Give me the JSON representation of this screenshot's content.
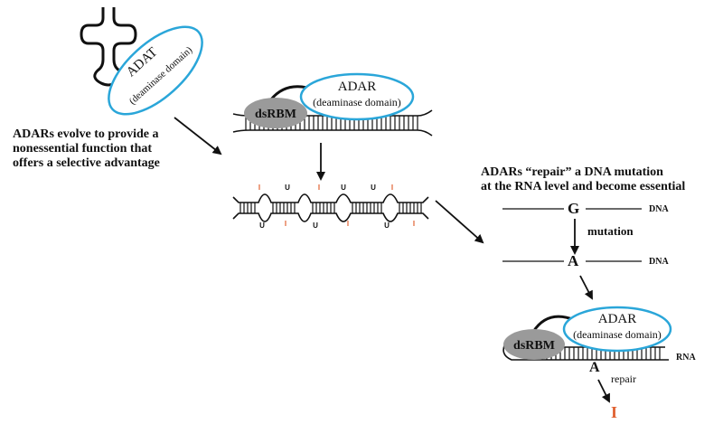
{
  "adat": {
    "name": "ADAT",
    "domain": "(deaminase domain)"
  },
  "adar_top": {
    "name": "ADAR",
    "domain": "(deaminase domain)",
    "dsrbm": "dsRBM"
  },
  "left_caption": [
    "ADARs evolve to provide a",
    "nonessential function that",
    "offers a selective advantage"
  ],
  "right_caption": [
    "ADARs “repair” a DNA mutation",
    "at the RNA level and become essential"
  ],
  "dna_g": {
    "base": "G",
    "label": "DNA"
  },
  "mutation_label": "mutation",
  "dna_a": {
    "base": "A",
    "label": "DNA"
  },
  "adar_bottom": {
    "name": "ADAR",
    "domain": "(deaminase domain)",
    "dsrbm": "dsRBM",
    "rna_label": "RNA",
    "base": "A"
  },
  "repair_label": "repair",
  "result_base": "I",
  "inosine_marks": [
    "I",
    "I",
    "I",
    "I",
    "I",
    "I"
  ],
  "uridine_marks": [
    "U",
    "U",
    "U",
    "U",
    "U",
    "U"
  ],
  "colors": {
    "ellipse": "#2aa6d9",
    "dsrbm": "#9a9a9a",
    "inosine": "#e06030",
    "ink": "#111111"
  }
}
